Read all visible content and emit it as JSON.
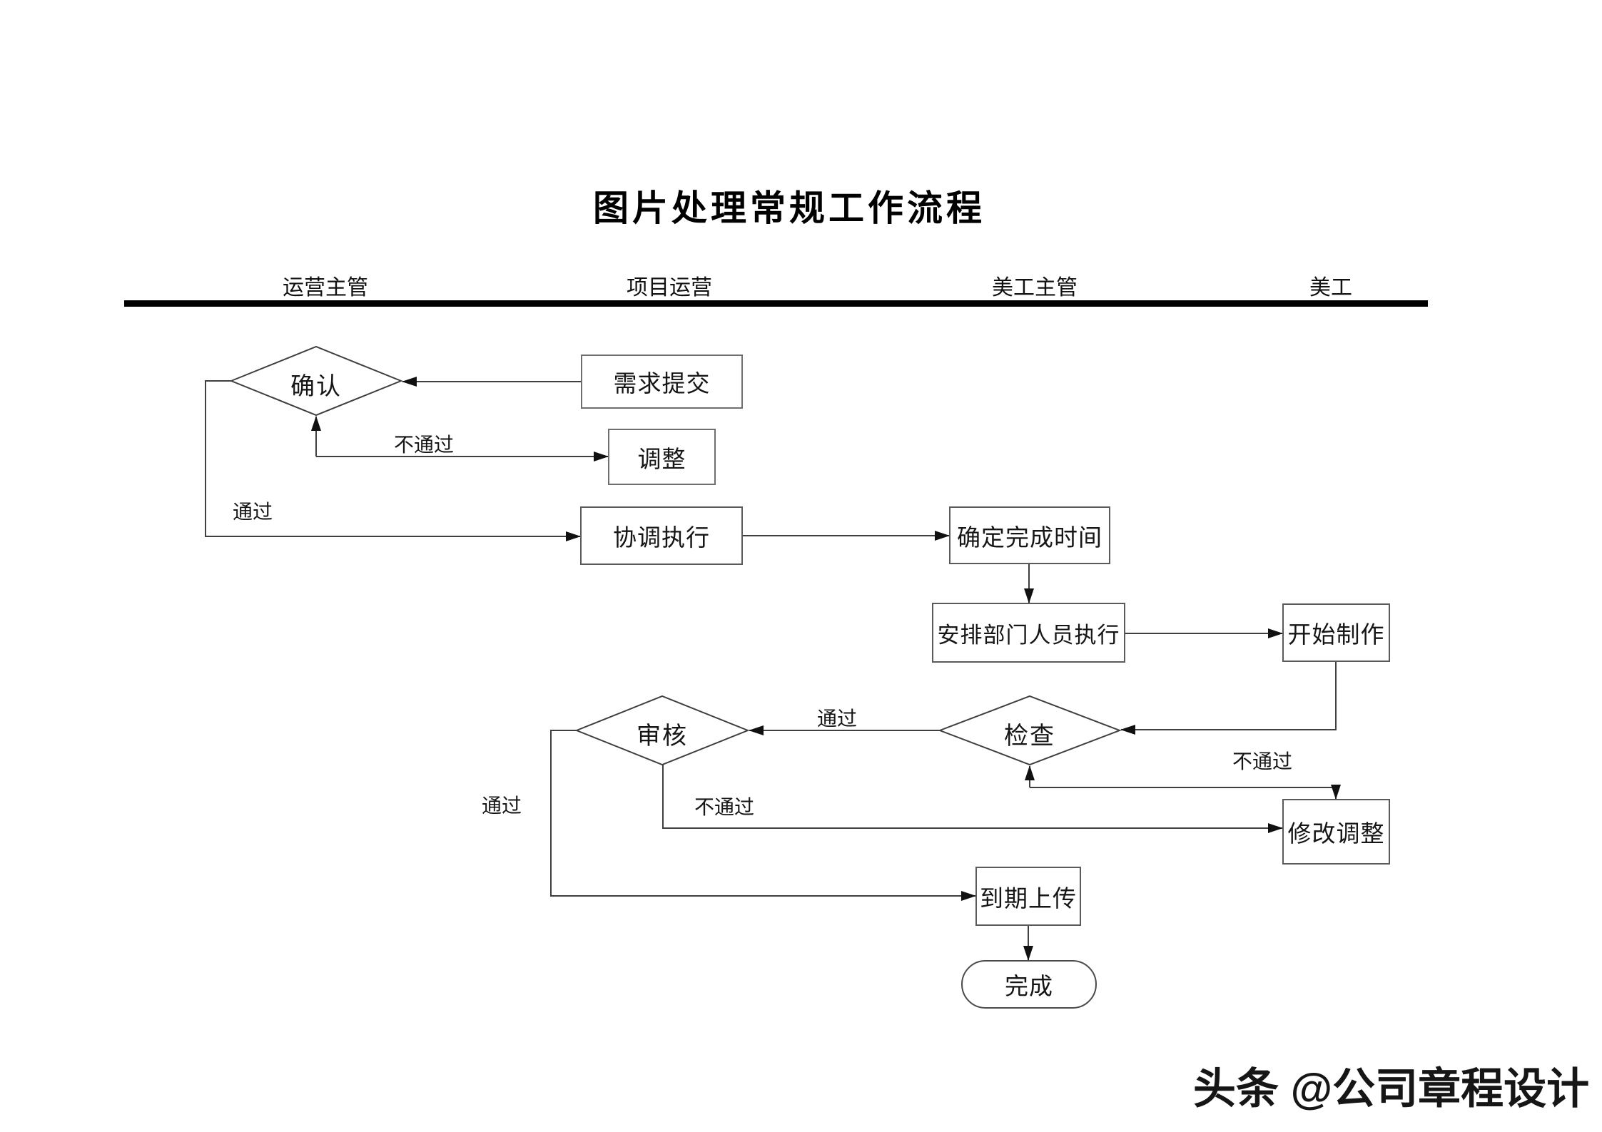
{
  "title": "图片处理常规工作流程",
  "lanes": [
    {
      "label": "运营主管"
    },
    {
      "label": "项目运营"
    },
    {
      "label": "美工主管"
    },
    {
      "label": "美工"
    }
  ],
  "nodes": {
    "confirm": "确认",
    "requirement": "需求提交",
    "adjust": "调整",
    "coordinate": "协调执行",
    "confirm_time": "确定完成时间",
    "assign": "安排部门人员执行",
    "start_production": "开始制作",
    "review": "审核",
    "check": "检查",
    "modify_adjust": "修改调整",
    "upload": "到期上传",
    "done": "完成"
  },
  "edge_labels": {
    "confirm_fail": "不通过",
    "confirm_pass": "通过",
    "check_pass": "通过",
    "check_fail": "不通过",
    "review_fail": "不通过",
    "review_pass": "通过"
  },
  "watermark": "头条 @公司章程设计",
  "colors": {
    "background": "#ffffff",
    "line": "#3f3f3f",
    "arrowhead": "#111111",
    "box_border": "#5a5a5a",
    "separator": "#000000",
    "text": "#161616"
  }
}
